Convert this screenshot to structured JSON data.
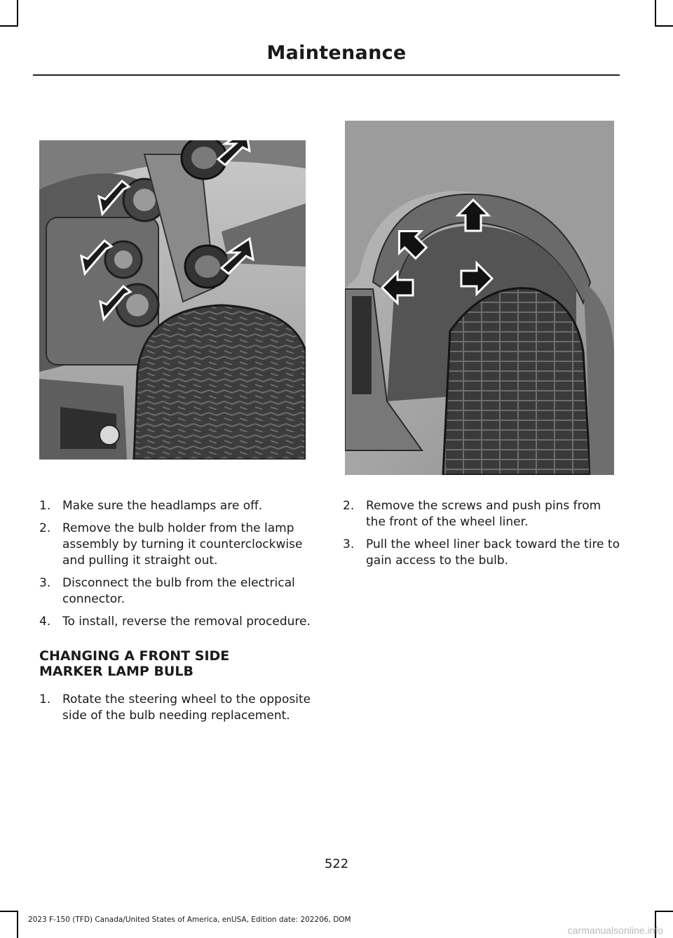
{
  "header": {
    "title": "Maintenance"
  },
  "figures": [
    {
      "id": "headlamp-bulb-holders",
      "description": "Rear of headlamp assembly viewed through wheel well with arrows indicating bulb holders"
    },
    {
      "id": "wheel-liner-fasteners",
      "description": "Front wheel liner with arrows indicating screws and push pins"
    }
  ],
  "left_column": {
    "steps": [
      {
        "num": "1.",
        "text": "Make sure the headlamps are off."
      },
      {
        "num": "2.",
        "text": "Remove the bulb holder from the lamp assembly by turning it counterclockwise and pulling it straight out."
      },
      {
        "num": "3.",
        "text": "Disconnect the bulb from the electrical connector."
      },
      {
        "num": "4.",
        "text": "To install, reverse the removal procedure."
      }
    ],
    "section_heading": "CHANGING A FRONT SIDE MARKER LAMP BULB",
    "section_steps": [
      {
        "num": "1.",
        "text": "Rotate the steering wheel to the opposite side of the bulb needing replacement."
      }
    ]
  },
  "right_column": {
    "steps": [
      {
        "num": "2.",
        "text": "Remove the screws and push pins from the front of the wheel liner."
      },
      {
        "num": "3.",
        "text": "Pull the wheel liner back toward the tire to gain access to the bulb."
      }
    ]
  },
  "footer": {
    "page_number": "522",
    "edition": "2023 F-150 (TFD) Canada/United States of America, enUSA, Edition date: 202206, DOM",
    "watermark": "carmanualsonline.info"
  }
}
